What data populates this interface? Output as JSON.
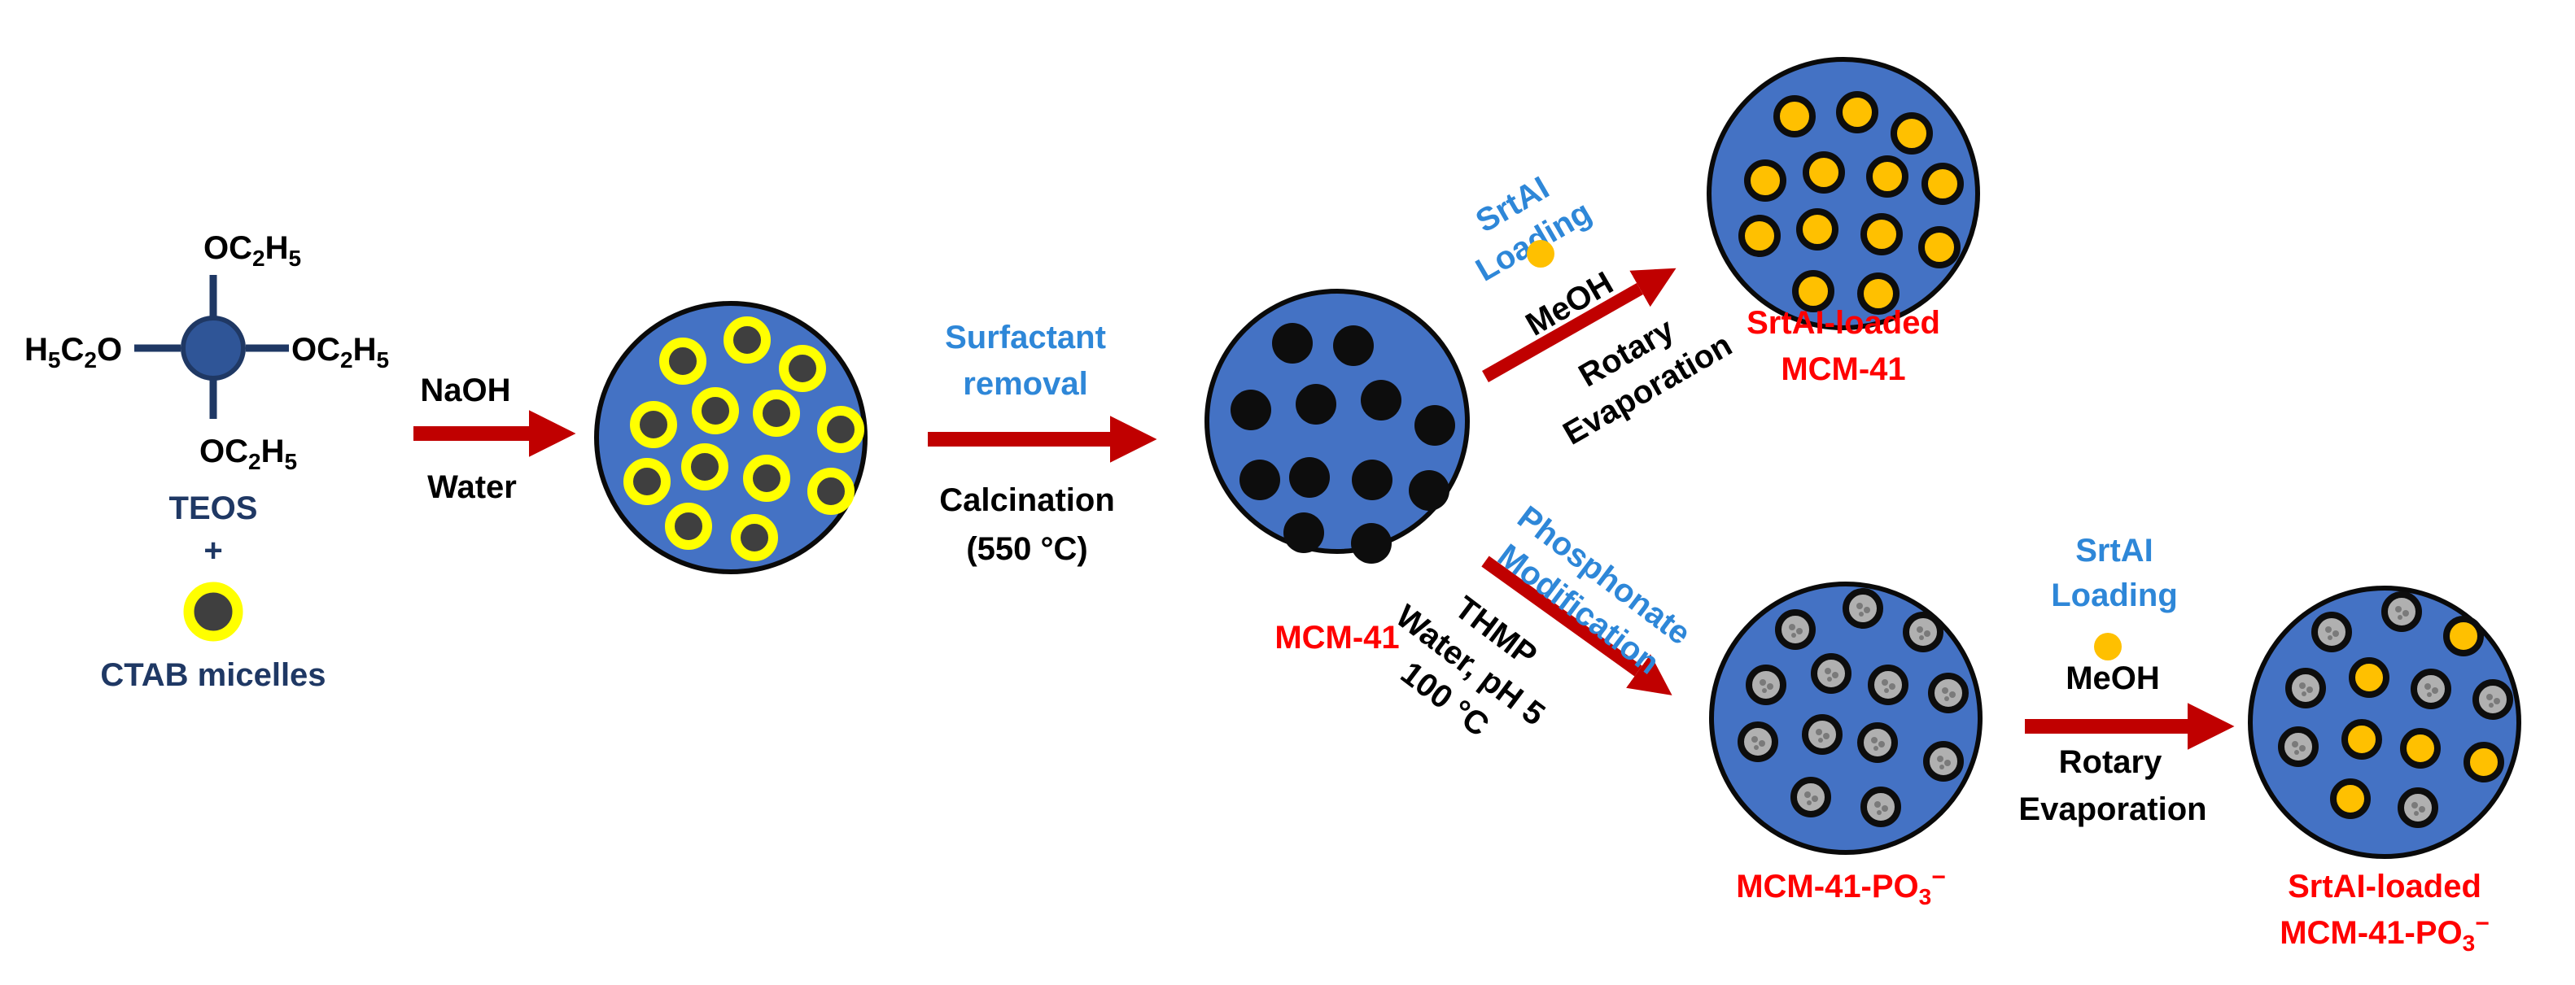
{
  "colors": {
    "navy": "#1F3864",
    "label_blue": "#2E87D8",
    "label_red": "#FF0000",
    "arrow_red": "#C00000",
    "particle_blue": "#4472C4",
    "micelle_yellow": "#FFFF00",
    "drug_orange": "#FFC000",
    "pore_black": "#111111",
    "phosphonate_gray": "#B0B0B0"
  },
  "teos": {
    "top": "OC2H5",
    "left": "H5C2O",
    "right": "OC2H5",
    "bottom": "OC2H5",
    "name": "TEOS",
    "plus": "+",
    "micelle_label": "CTAB micelles"
  },
  "step1": {
    "above": "NaOH",
    "below": "Water"
  },
  "step2": {
    "above_line1": "Surfactant",
    "above_line2": "removal",
    "below_line1": "Calcination",
    "below_line2": "(550 °C)"
  },
  "mcm41": {
    "label": "MCM-41"
  },
  "upper_branch": {
    "loading_line1": "SrtAI",
    "loading_line2": "Loading",
    "solvent": "MeOH",
    "method_line1": "Rotary",
    "method_line2": "Evaporation",
    "product_line1": "SrtAI-loaded",
    "product_line2": "MCM-41"
  },
  "lower_branch": {
    "mod_line1": "Phosphonate",
    "mod_line2": "Modification",
    "reagent": "THMP",
    "conditions": "Water, pH 5",
    "temperature": "100 °C",
    "product": "MCM-41-PO3−"
  },
  "final_step": {
    "loading_line1": "SrtAI",
    "loading_line2": "Loading",
    "solvent": "MeOH",
    "method_line1": "Rotary",
    "method_line2": "Evaporation",
    "product_line1": "SrtAI-loaded",
    "product_line2": "MCM-41-PO3−"
  }
}
